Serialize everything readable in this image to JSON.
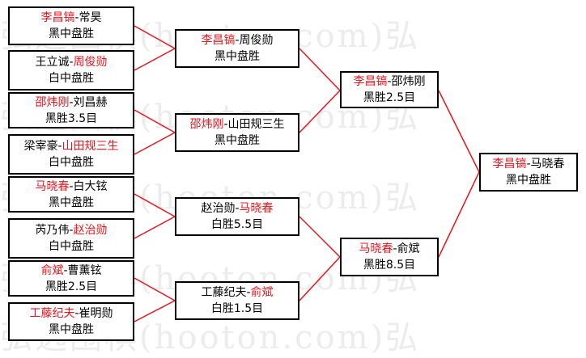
{
  "watermark": "弘远围棋(hooton.com)弘",
  "colors": {
    "winner": "#e8141c",
    "connector": "#e8141c",
    "border": "#000000"
  },
  "boxes": [
    {
      "id": "m1",
      "p1": "李昌镐",
      "p2": "常昊",
      "sep": "-",
      "winner": 1,
      "result": "黑中盘胜"
    },
    {
      "id": "m2",
      "p1": "王立诚",
      "p2": "周俊勋",
      "sep": "-",
      "winner": 2,
      "result": "白中盘胜"
    },
    {
      "id": "m3",
      "p1": "邵炜刚",
      "p2": "刘昌赫",
      "sep": "-",
      "winner": 1,
      "result": "黑胜3.5目"
    },
    {
      "id": "m4",
      "p1": "梁宰豪",
      "p2": "山田规三生",
      "sep": "-",
      "winner": 2,
      "result": "白中盘胜"
    },
    {
      "id": "m5",
      "p1": "马晓春",
      "p2": "白大铉",
      "sep": "-",
      "winner": 1,
      "result": "黑中盘胜"
    },
    {
      "id": "m6",
      "p1": "芮乃伟",
      "p2": "赵治勋",
      "sep": "-",
      "winner": 2,
      "result": "白中盘胜"
    },
    {
      "id": "m7",
      "p1": "俞斌",
      "p2": "曹薰铉",
      "sep": "-",
      "winner": 1,
      "result": "黑胜2.5目"
    },
    {
      "id": "m8",
      "p1": "工藤纪夫",
      "p2": "崔明勋",
      "sep": "-",
      "winner": 1,
      "result": "黑中盘胜"
    },
    {
      "id": "q1",
      "p1": "李昌镐",
      "p2": "周俊勋",
      "sep": "-",
      "winner": 1,
      "result": "黑中盘胜"
    },
    {
      "id": "q2",
      "p1": "邵炜刚",
      "p2": "山田规三生",
      "sep": "-",
      "winner": 1,
      "result": "黑中盘胜"
    },
    {
      "id": "q3",
      "p1": "赵治勋",
      "p2": "马晓春",
      "sep": "-",
      "winner": 2,
      "result": "白胜5.5目"
    },
    {
      "id": "q4",
      "p1": "工藤纪夫",
      "p2": "俞斌",
      "sep": "-",
      "winner": 2,
      "result": "白胜1.5目"
    },
    {
      "id": "s1",
      "p1": "李昌镐",
      "p2": "邵炜刚",
      "sep": "-",
      "winner": 1,
      "result": "黑胜2.5目"
    },
    {
      "id": "s2",
      "p1": "马晓春",
      "p2": "俞斌",
      "sep": "-",
      "winner": 1,
      "result": "黑胜8.5目"
    },
    {
      "id": "f1",
      "p1": "李昌镐",
      "p2": "马晓春",
      "sep": "-",
      "winner": 1,
      "result": "黑中盘胜"
    }
  ]
}
